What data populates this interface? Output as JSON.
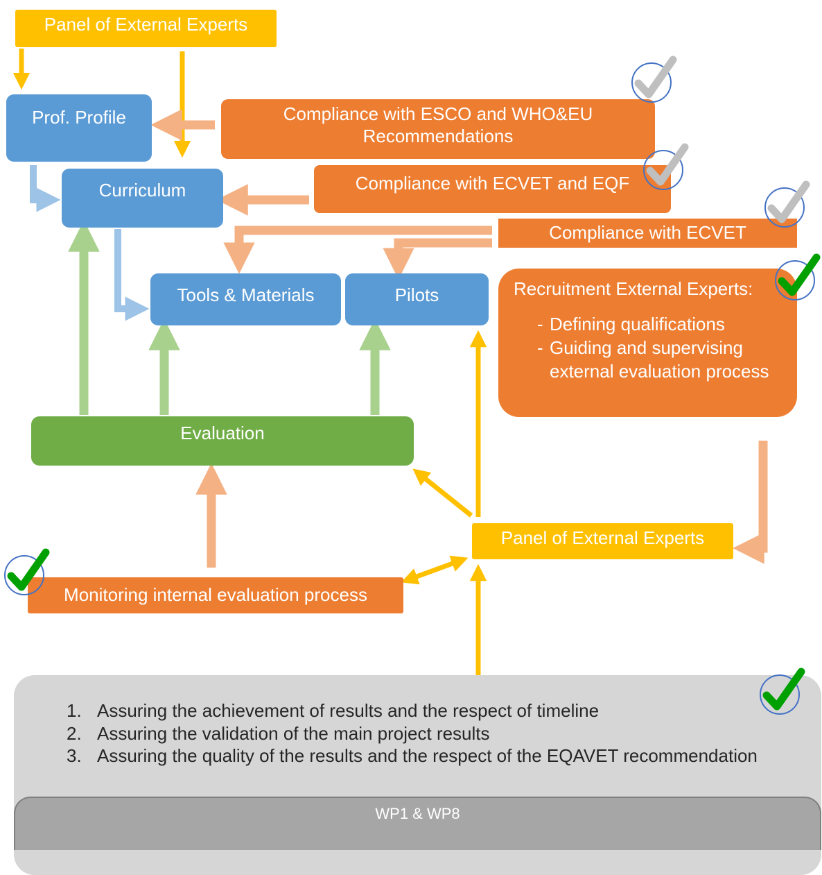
{
  "boxes": {
    "panel_top": "Panel of External Experts",
    "prof_profile": "Prof. Profile",
    "curriculum": "Curriculum",
    "tools_materials": "Tools & Materials",
    "pilots": "Pilots",
    "evaluation": "Evaluation",
    "esco": "Compliance with ESCO and WHO&EU Recommendations",
    "ecvet_eqf": "Compliance with ECVET and EQF",
    "ecvet": "Compliance with ECVET",
    "panel_mid": "Panel of External Experts",
    "monitoring": "Monitoring internal evaluation process"
  },
  "recruitment": {
    "title": "Recruitment External Experts:",
    "items": [
      "Defining qualifications",
      "Guiding and supervising external evaluation process"
    ]
  },
  "goals": [
    {
      "num": "1.",
      "text": "Assuring the achievement of results and the respect of timeline"
    },
    {
      "num": "2.",
      "text": "Assuring the validation of the main project results"
    },
    {
      "num": "3.",
      "text": "Assuring the quality of the results and the respect of the EQAVET recommendation"
    }
  ],
  "footer": "WP1 & WP8",
  "colors": {
    "yellow": "#ffc000",
    "blue": "#5b9bd5",
    "orange": "#ed7d31",
    "green": "#70ad47",
    "light_orange_arrow": "#f4b183",
    "light_blue_arrow": "#9dc3e6",
    "light_green_arrow": "#a9d18e",
    "tick_grey": "#bfbfbf",
    "tick_green": "#00a000",
    "circle": "#4472c4"
  },
  "icons": [
    "check-icon-grey",
    "check-icon-green"
  ]
}
